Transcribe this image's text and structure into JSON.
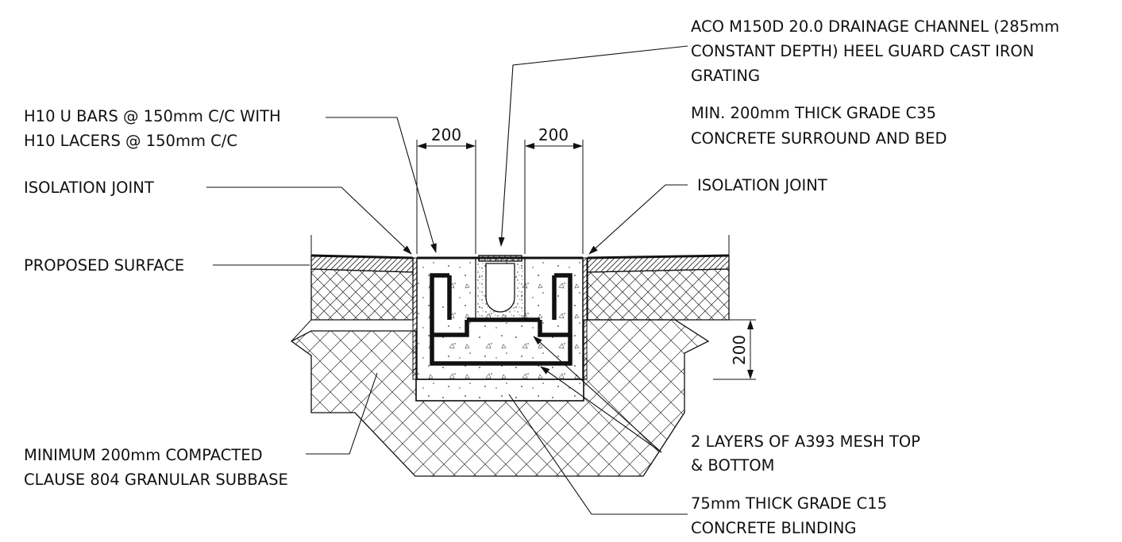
{
  "notes": {
    "channel_line1": "ACO M150D 20.0 DRAINAGE CHANNEL (285mm",
    "channel_line2": "CONSTANT DEPTH) HEEL GUARD CAST IRON",
    "channel_line3": "GRATING",
    "concrete_line1": "MIN. 200mm THICK GRADE C35",
    "concrete_line2": "CONCRETE SURROUND AND BED",
    "ubars_line1": "H10 U BARS @ 150mm C/C WITH",
    "ubars_line2": "H10 LACERS @ 150mm C/C",
    "isolation_left": "ISOLATION JOINT",
    "isolation_right": "ISOLATION JOINT",
    "proposed_surface": "PROPOSED SURFACE",
    "subbase_line1": "MINIMUM 200mm COMPACTED",
    "subbase_line2": "CLAUSE 804 GRANULAR SUBBASE",
    "mesh_line1": "2 LAYERS OF A393 MESH TOP",
    "mesh_line2": "& BOTTOM",
    "blinding_line1": "75mm THICK GRADE C15",
    "blinding_line2": "CONCRETE BLINDING"
  },
  "dimensions": {
    "left_width": "200",
    "right_width": "200",
    "vertical_depth": "200"
  }
}
